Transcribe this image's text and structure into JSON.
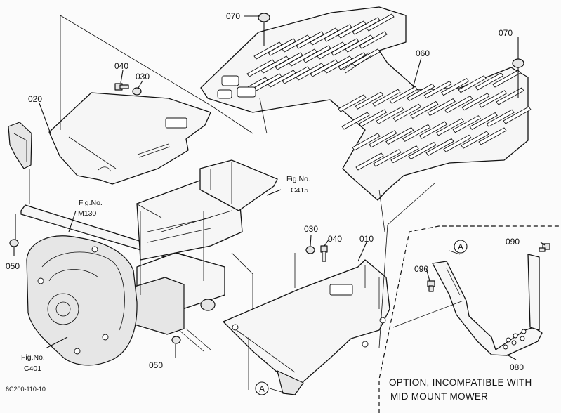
{
  "diagram": {
    "catalog_code": "6C200-110-10",
    "callouts": [
      {
        "id": "p070a",
        "text": "070"
      },
      {
        "id": "p070b",
        "text": "070"
      },
      {
        "id": "p060",
        "text": "060"
      },
      {
        "id": "p040a",
        "text": "040"
      },
      {
        "id": "p030a",
        "text": "030"
      },
      {
        "id": "p020",
        "text": "020"
      },
      {
        "id": "p050a",
        "text": "050"
      },
      {
        "id": "p050b",
        "text": "050"
      },
      {
        "id": "p030b",
        "text": "030"
      },
      {
        "id": "p040b",
        "text": "040"
      },
      {
        "id": "p010",
        "text": "010"
      },
      {
        "id": "p090a",
        "text": "090"
      },
      {
        "id": "p090b",
        "text": "090"
      },
      {
        "id": "p080",
        "text": "080"
      }
    ],
    "fig_refs": [
      {
        "id": "c415",
        "line1": "Fig.No.",
        "line2": "C415"
      },
      {
        "id": "m130",
        "line1": "Fig.No.",
        "line2": "M130"
      },
      {
        "id": "c401",
        "line1": "Fig.No.",
        "line2": "C401"
      }
    ],
    "reference_marks": [
      {
        "id": "a1",
        "text": "A"
      },
      {
        "id": "a2",
        "text": "A"
      }
    ],
    "option_note": {
      "line1": "OPTION, INCOMPATIBLE WITH",
      "line2": "MID MOUNT MOWER"
    }
  }
}
